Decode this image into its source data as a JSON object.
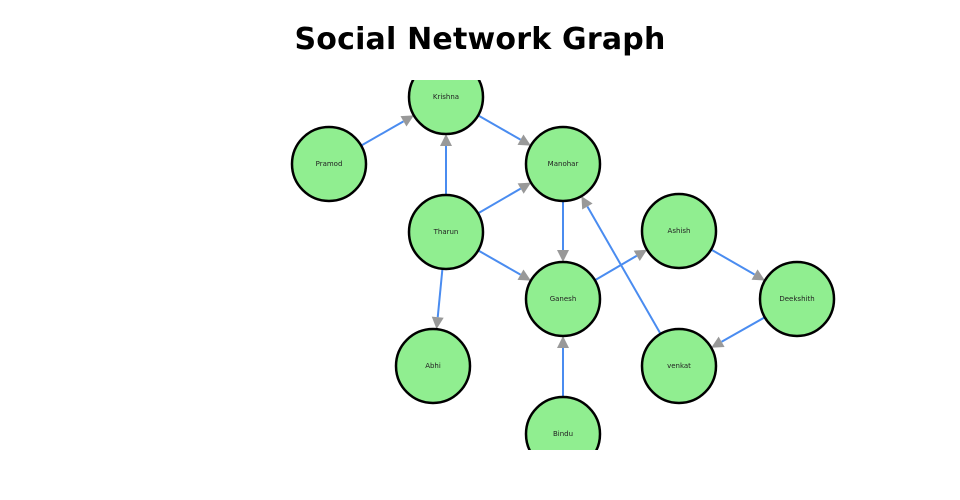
{
  "title": "Social Network Graph",
  "colors": {
    "node_fill": "#90ee90",
    "node_stroke": "#000000",
    "edge": "#4a8cf0",
    "arrowhead": "#999999"
  },
  "nodes": [
    {
      "id": "Krishna",
      "label": "Krishna"
    },
    {
      "id": "Pramod",
      "label": "Pramod"
    },
    {
      "id": "Manohar",
      "label": "Manohar"
    },
    {
      "id": "Tharun",
      "label": "Tharun"
    },
    {
      "id": "Ashish",
      "label": "Ashish"
    },
    {
      "id": "Ganesh",
      "label": "Ganesh"
    },
    {
      "id": "Deekshith",
      "label": "Deekshith"
    },
    {
      "id": "Abhi",
      "label": "Abhi"
    },
    {
      "id": "venkat",
      "label": "venkat"
    },
    {
      "id": "Bindu",
      "label": "Bindu"
    }
  ],
  "edges": [
    {
      "source": "Pramod",
      "target": "Krishna"
    },
    {
      "source": "Tharun",
      "target": "Krishna"
    },
    {
      "source": "Krishna",
      "target": "Manohar"
    },
    {
      "source": "Tharun",
      "target": "Manohar"
    },
    {
      "source": "Tharun",
      "target": "Ganesh"
    },
    {
      "source": "Tharun",
      "target": "Abhi"
    },
    {
      "source": "Manohar",
      "target": "Ganesh"
    },
    {
      "source": "Bindu",
      "target": "Ganesh"
    },
    {
      "source": "venkat",
      "target": "Manohar"
    },
    {
      "source": "Ganesh",
      "target": "Ashish"
    },
    {
      "source": "Ashish",
      "target": "Deekshith"
    },
    {
      "source": "Deekshith",
      "target": "venkat"
    }
  ]
}
